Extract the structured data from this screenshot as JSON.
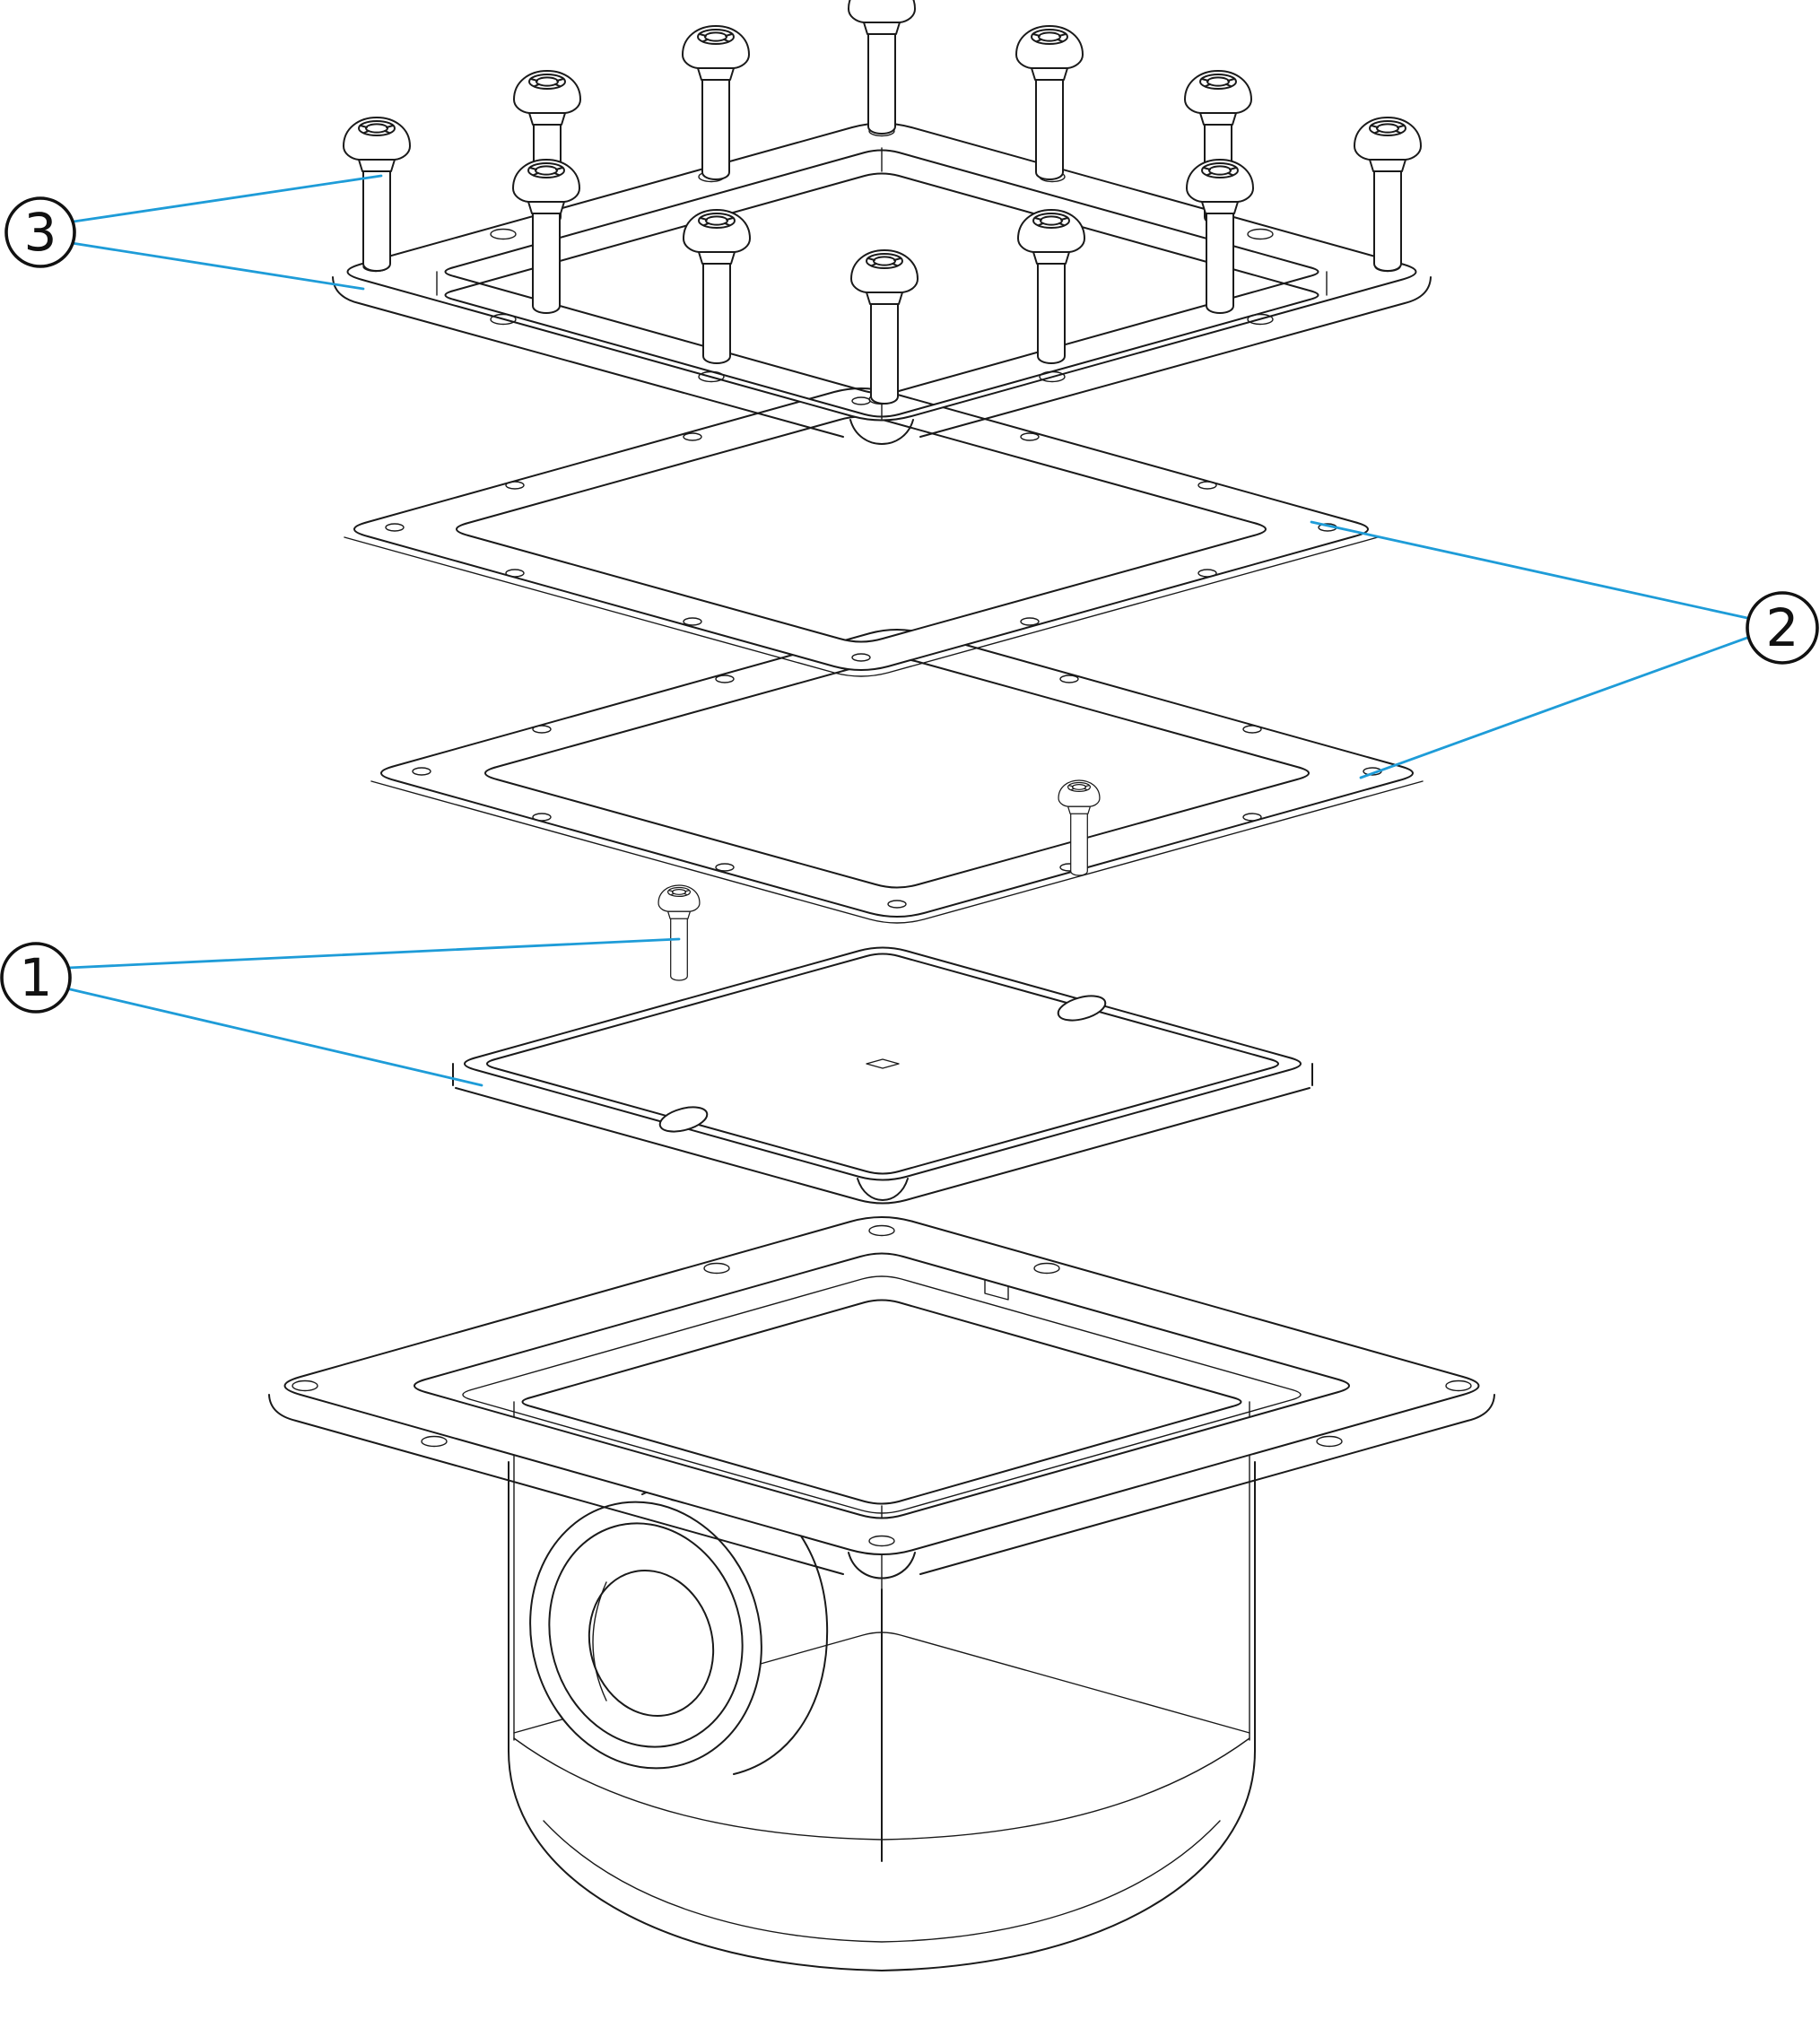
{
  "figure": {
    "kind": "exploded-parts-diagram",
    "background": "#ffffff",
    "line_color": "#1a1a1a",
    "leader_color": "#1e9cd8"
  },
  "callouts": [
    {
      "label": "1"
    },
    {
      "label": "2"
    },
    {
      "label": "3"
    }
  ]
}
